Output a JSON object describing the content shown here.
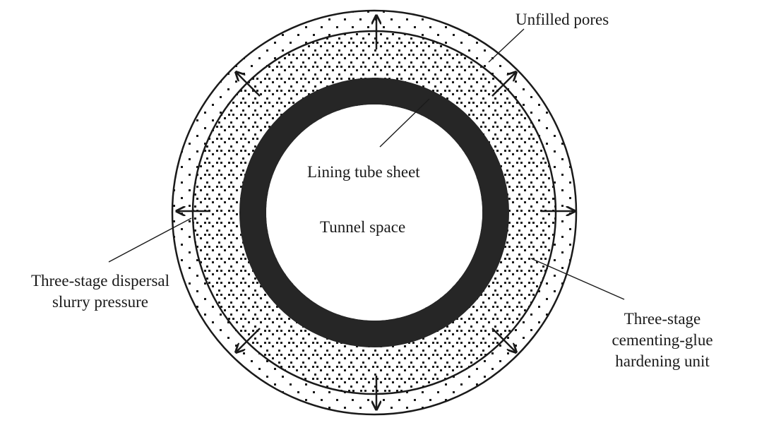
{
  "labels": {
    "unfilled_pores": "Unfilled pores",
    "lining_tube_sheet": "Lining tube sheet",
    "tunnel_space": "Tunnel space",
    "slurry_pressure_line1": "Three-stage dispersal",
    "slurry_pressure_line2": "slurry pressure",
    "hardening_unit_line1": "Three-stage",
    "hardening_unit_line2": "cementing-glue",
    "hardening_unit_line3": "hardening unit"
  },
  "colors": {
    "stroke": "#1a1a1a",
    "lining": "#262626",
    "background": "#ffffff"
  }
}
